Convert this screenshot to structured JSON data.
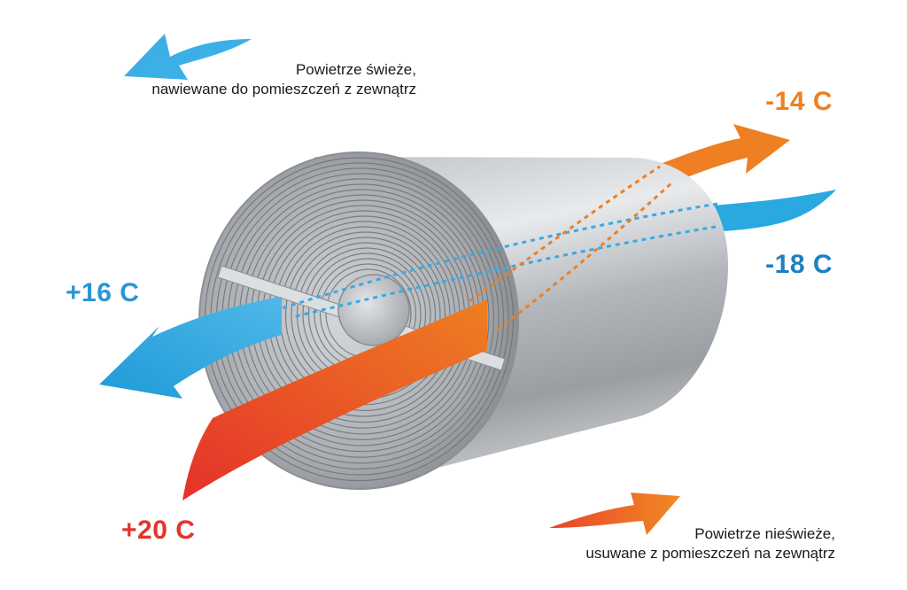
{
  "legend": {
    "fresh_line1": "Powietrze świeże,",
    "fresh_line2": "nawiewane do pomieszczeń z zewnątrz",
    "stale_line1": "Powietrze nieświeże,",
    "stale_line2": "usuwane z pomieszczeń na zewnątrz"
  },
  "temperatures": {
    "exhaust_out": "-14 C",
    "outdoor_in": "-18 C",
    "supply_out": "+16 C",
    "room_in": "+20 C"
  },
  "colors": {
    "fresh_air_blue": "#2aa8e0",
    "fresh_text_blue": "#1e7fc2",
    "stale_air_orange": "#ee7f22",
    "stale_air_red": "#e5312a",
    "cold_text_blue": "#2b95d4",
    "warm_text_red": "#e3352b"
  },
  "icons": {
    "fresh_legend": "blue-arrow-icon",
    "stale_legend": "orange-arrow-icon"
  }
}
